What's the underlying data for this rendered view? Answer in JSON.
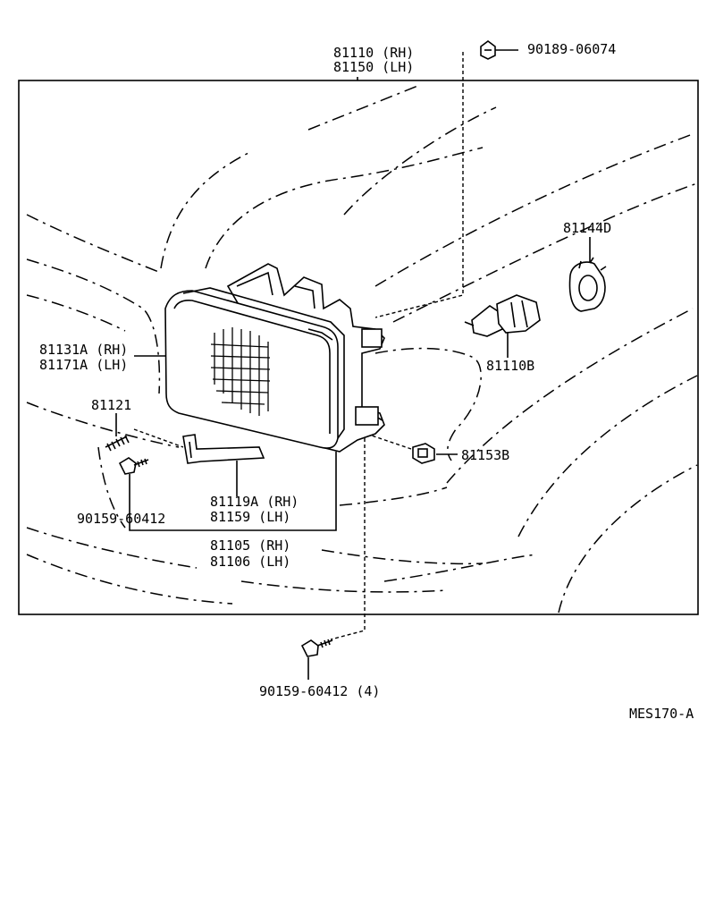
{
  "labels": {
    "headlamp_assy_rh": "81110 (RH)",
    "headlamp_assy_lh": "81150 (LH)",
    "clip_top": "90189-06074",
    "socket_cover": "81144D",
    "lens_rh": "81131A (RH)",
    "lens_lh": "81171A (LH)",
    "bulb": "81110B",
    "spring": "81121",
    "retainer": "81153B",
    "bracket_rh": "81119A (RH)",
    "bracket_lh": "81159  (LH)",
    "screw_left": "90159-60412",
    "housing_rh": "81105 (RH)",
    "housing_lh": "81106 (LH)",
    "screw_bottom": "90159-60412 (4)",
    "code": "MES170-A"
  }
}
